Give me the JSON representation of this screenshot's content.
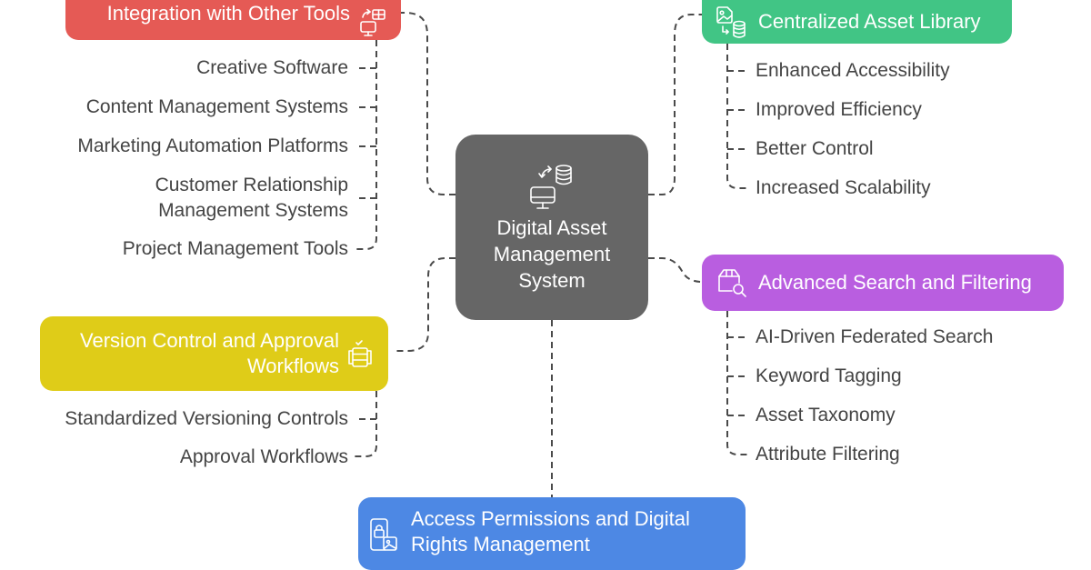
{
  "diagram": {
    "title": "Digital Asset Management System",
    "center": {
      "label": "Digital Asset Management System",
      "icon": "computer-database-sync-icon",
      "color": "#666666"
    },
    "branches": [
      {
        "id": "integration",
        "label": "Integration with Other Tools",
        "icon": "computer-table-sync-icon",
        "color": "#e55a55",
        "children": [
          "Creative Software",
          "Content Management Systems",
          "Marketing Automation Platforms",
          "Customer Relationship Management Systems",
          "Project Management Tools"
        ]
      },
      {
        "id": "library",
        "label": "Centralized Asset Library",
        "icon": "image-to-database-icon",
        "color": "#41c585",
        "children": [
          "Enhanced Accessibility",
          "Improved Efficiency",
          "Better Control",
          "Increased Scalability"
        ]
      },
      {
        "id": "search",
        "label": "Advanced Search and Filtering",
        "icon": "box-search-icon",
        "color": "#b95ee0",
        "children": [
          "AI-Driven Federated Search",
          "Keyword Tagging",
          "Asset Taxonomy",
          "Attribute Filtering"
        ]
      },
      {
        "id": "version",
        "label": "Version Control and Approval Workflows",
        "icon": "stacked-check-icon",
        "color": "#dfcc18",
        "children": [
          "Standardized Versioning Controls",
          "Approval Workflows"
        ]
      },
      {
        "id": "access",
        "label": "Access Permissions and Digital Rights Management",
        "icon": "lock-image-icon",
        "color": "#4d88e4",
        "children": []
      }
    ]
  }
}
